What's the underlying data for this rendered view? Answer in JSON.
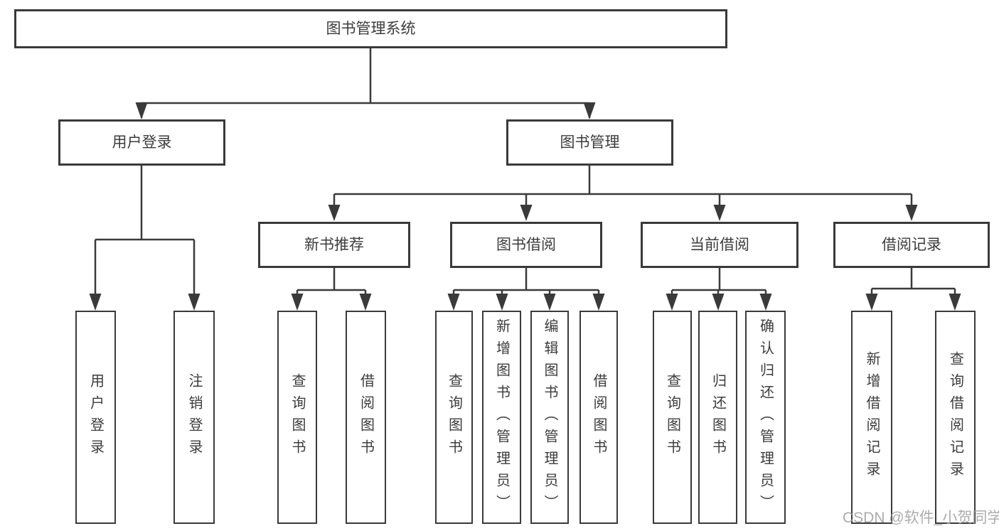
{
  "diagram": {
    "root": {
      "label": "图书管理系统"
    },
    "level2": [
      {
        "label": "用户登录"
      },
      {
        "label": "图书管理"
      }
    ],
    "level3": [
      {
        "label": "新书推荐"
      },
      {
        "label": "图书借阅"
      },
      {
        "label": "当前借阅"
      },
      {
        "label": "借阅记录"
      }
    ],
    "leaves": {
      "user_login_children": [
        {
          "label": "用户登录"
        },
        {
          "label": "注销登录"
        }
      ],
      "new_book_children": [
        {
          "label": "查询图书"
        },
        {
          "label": "借阅图书"
        }
      ],
      "book_borrow_children": [
        {
          "label": "查询图书"
        },
        {
          "label": "新增图书（管理员）"
        },
        {
          "label": "编辑图书（管理员）"
        },
        {
          "label": "借阅图书"
        }
      ],
      "current_borrow_children": [
        {
          "label": "查询图书"
        },
        {
          "label": "归还图书"
        },
        {
          "label": "确认归还（管理员）"
        }
      ],
      "borrow_record_children": [
        {
          "label": "新增借阅记录"
        },
        {
          "label": "查询借阅记录"
        }
      ]
    },
    "watermark": "CSDN @软件_小贺同学",
    "colors": {
      "line": "#3a3a3a",
      "text": "#3c3c3c",
      "background": "#ffffff",
      "watermark": "#9e9e9e"
    }
  }
}
